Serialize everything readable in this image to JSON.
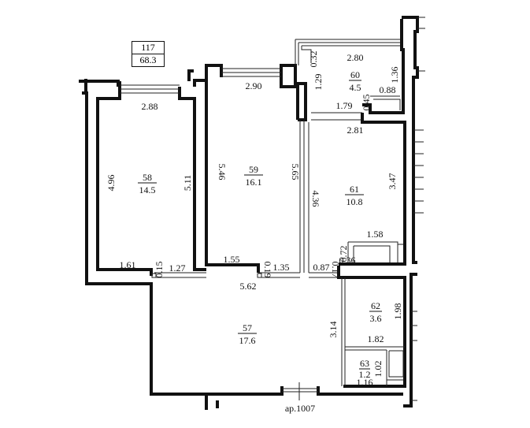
{
  "apartment_box": {
    "number": "117",
    "total_area": "68.3"
  },
  "apartment_label": "ар.1007",
  "rooms": [
    {
      "id": "57",
      "area": "17.6"
    },
    {
      "id": "58",
      "area": "14.5"
    },
    {
      "id": "59",
      "area": "16.1"
    },
    {
      "id": "60",
      "area": "4.5"
    },
    {
      "id": "61",
      "area": "10.8"
    },
    {
      "id": "62",
      "area": "3.6"
    },
    {
      "id": "63",
      "area": "1.2"
    }
  ],
  "dimensions": {
    "r58_top": "2.88",
    "r58_left": "4.96",
    "r58_right": "5.11",
    "r58_bottom": "1.61",
    "r58_door_gap": "0.15",
    "r58_door": "1.27",
    "r59_top": "2.90",
    "r59_left": "5.46",
    "r59_right": "5.65",
    "r59_bottom": "1.55",
    "r59_door_gap": "0.19",
    "r59_door": "1.35",
    "r60_top": "2.80",
    "r60_right": "1.36",
    "r60_left": "1.29",
    "r60_bottom": "1.79",
    "r60_step_h": "0.45",
    "r60_step_w": "0.88",
    "r60_corner": "0.32",
    "r61_top": "2.81",
    "r61_left": "4.36",
    "r61_right": "3.47",
    "r61_niche_w": "1.58",
    "r61_niche_h": "0.72",
    "r61_niche_gap": "0.36",
    "r61_door": "0.87",
    "r61_door_gap": "0.17",
    "r57_top": "5.62",
    "r57_right": "3.14",
    "r62_right": "1.98",
    "r62_bottom": "1.82",
    "r63_right": "1.02",
    "r63_bottom": "1.16"
  }
}
